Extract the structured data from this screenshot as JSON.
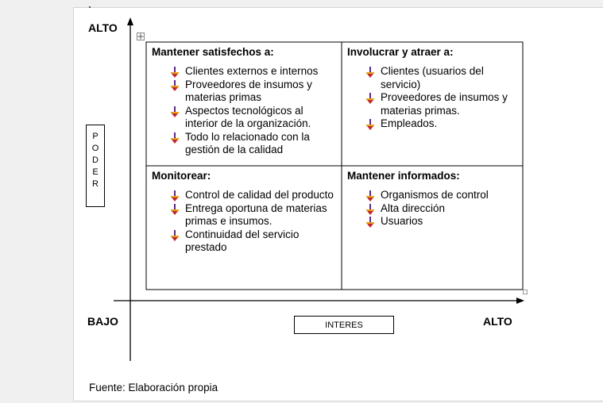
{
  "axis": {
    "y_high_label": "ALTO",
    "x_low_label": "BAJO",
    "x_high_label": "ALTO",
    "y_axis_title_letters": [
      "P",
      "O",
      "D",
      "E",
      "R"
    ],
    "x_axis_title": "INTERES"
  },
  "quadrants": {
    "top_left": {
      "title": "Mantener satisfechos a:",
      "items": [
        "Clientes externos e internos",
        "Proveedores de insumos y materias primas",
        "Aspectos tecnológicos al interior de la organización.",
        "Todo lo relacionado con la gestión de la calidad"
      ]
    },
    "top_right": {
      "title": "Involucrar y atraer a:",
      "items": [
        "Clientes (usuarios del servicio)",
        "Proveedores de insumos y materias primas.",
        "Empleados."
      ]
    },
    "bottom_left": {
      "title": "Monitorear:",
      "items": [
        "Control de calidad del producto",
        "Entrega oportuna de materias primas e insumos.",
        "Continuidad del servicio prestado"
      ]
    },
    "bottom_right": {
      "title": "Mantener informados:",
      "items": [
        "Organismos de control",
        "Alta dirección",
        "Usuarios"
      ]
    }
  },
  "source": "Fuente: Elaboración propia",
  "colors": {
    "bullet_gold": "#e8a317",
    "bullet_purple": "#5b2a86",
    "bullet_red": "#c0282d"
  }
}
